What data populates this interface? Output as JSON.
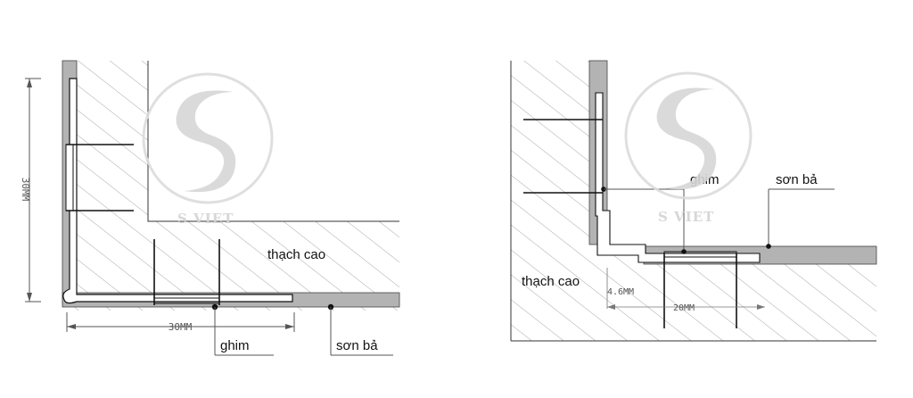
{
  "left_detail": {
    "vertical_dimension": "30MM",
    "horizontal_dimension": "30MM",
    "plaster_label": "thạch cao",
    "pin_label": "ghim",
    "skim_coat_label": "sơn bả"
  },
  "right_detail": {
    "pin_label": "ghim",
    "skim_coat_label": "sơn bả",
    "plaster_label": "thạch cao",
    "small_dimension": "4.6MM",
    "width_dimension": "20MM"
  },
  "watermark": {
    "brand": "S VIET"
  },
  "colors": {
    "line": "#111111",
    "coat": "#b3b3b3",
    "hatch": "#a8a8a8",
    "watermark": "#d3d3d3"
  }
}
